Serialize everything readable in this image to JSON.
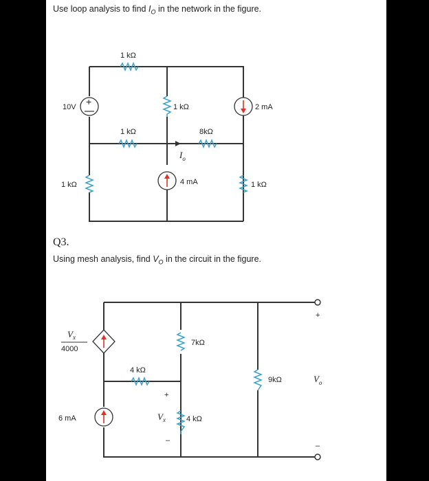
{
  "q2": {
    "prompt_pre": "Use loop analysis to find ",
    "var_I": "I",
    "var_sub": "O",
    "prompt_post": " in the network in the figure.",
    "labels": {
      "r_top": "1 kΩ",
      "v_src": "10V",
      "r_mid_vert": "1 kΩ",
      "i_src_2ma": "2 mA",
      "r_mid_left": "1 kΩ",
      "r_mid_right": "8kΩ",
      "io_I": "I",
      "io_sub": "o",
      "r_left": "1 kΩ",
      "i_src_4ma": "4 mA",
      "r_right": "1 kΩ"
    }
  },
  "q3": {
    "heading": "Q3.",
    "prompt_pre": "Using mesh analysis, find ",
    "var_V": "V",
    "var_sub": "O",
    "prompt_post": " in the circuit in the figure.",
    "labels": {
      "dep_num_V": "V",
      "dep_num_sub": "x",
      "dep_den": "4000",
      "r_7k": "7kΩ",
      "r_4k_h": "4 kΩ",
      "r_9k": "9kΩ",
      "vo_V": "V",
      "vo_sub": "o",
      "i_6ma": "6 mA",
      "vx_V": "V",
      "vx_sub": "x",
      "r_4k_v": "4 kΩ",
      "plus_top": "+",
      "minus_bottom": "–",
      "vx_plus": "+",
      "vx_minus": "–"
    }
  }
}
